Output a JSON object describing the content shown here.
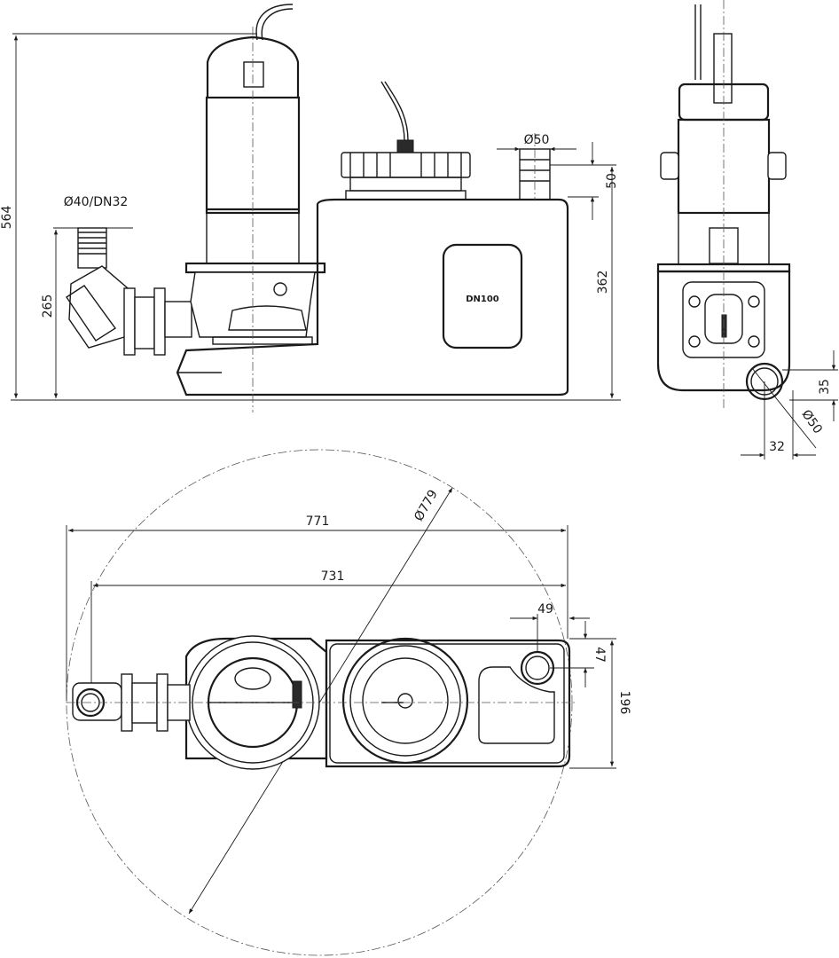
{
  "drawing": {
    "front_view": {
      "overall_height": "564",
      "discharge_connection": "Ø40/DN32",
      "discharge_height": "265",
      "vent_diameter": "Ø50",
      "vent_height": "50",
      "tank_height": "362",
      "tank_label": "DN100"
    },
    "side_view": {
      "inlet_height": "35",
      "inlet_diameter": "Ø50",
      "inlet_offset": "32"
    },
    "top_view": {
      "overall_length": "771",
      "length_to_connection": "731",
      "swing_diameter": "Ø779",
      "vent_offset_x": "49",
      "vent_offset_y": "47",
      "width": "196"
    }
  }
}
